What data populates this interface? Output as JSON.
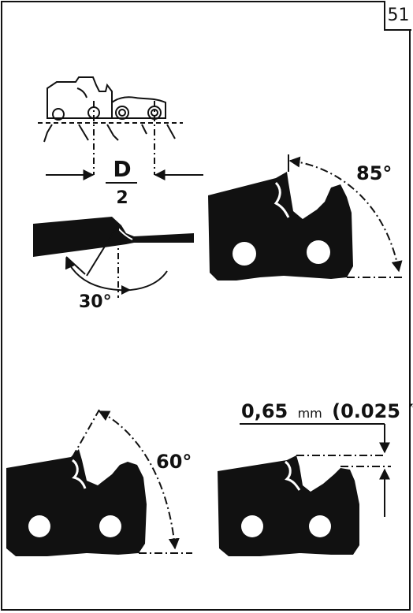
{
  "page": {
    "number": "51"
  },
  "figures": {
    "depth_gauge": {
      "label_top": "D",
      "label_bottom": "2"
    },
    "top_plate_angle": {
      "label": "30°"
    },
    "filing_angle_85": {
      "label": "85°"
    },
    "filing_angle_60": {
      "label": "60°"
    },
    "depth_setting": {
      "value": "0,65",
      "unit": "mm",
      "inch_value": "(0.025",
      "inch_mark": "″)"
    }
  },
  "colors": {
    "ink": "#111111",
    "paper": "#ffffff"
  }
}
